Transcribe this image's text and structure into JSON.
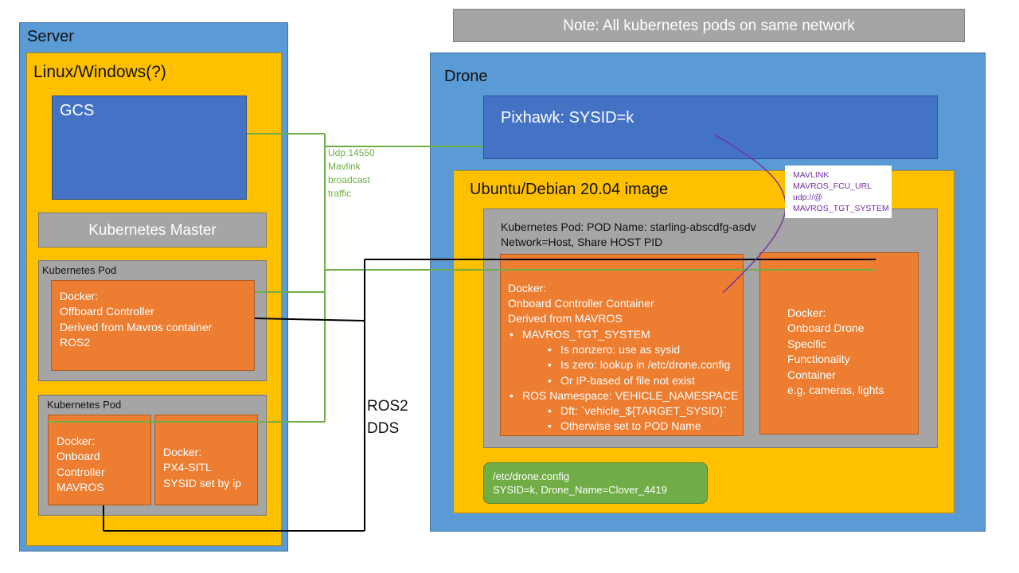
{
  "note": "Note: All kubernetes pods on same network",
  "server": {
    "title": "Server",
    "os": "Linux/Windows(?)",
    "gcs": "GCS",
    "k8s_master": "Kubernetes Master",
    "pod1": {
      "label": "Kubernetes Pod",
      "docker_lines": [
        "Docker:",
        "Offboard Controller",
        "Derived from Mavros container",
        "ROS2"
      ]
    },
    "pod2": {
      "label": "Kubernetes Pod",
      "docker_a_lines": [
        "Docker:",
        "Onboard",
        "Controller",
        "MAVROS"
      ],
      "docker_b_lines": [
        "Docker:",
        "PX4-SITL",
        "SYSID set by ip"
      ]
    }
  },
  "udp_label_lines": [
    "Udp 14550",
    "Mavlink",
    "broadcast",
    "traffic"
  ],
  "ros2_label_lines": [
    "ROS2",
    "DDS"
  ],
  "drone": {
    "title": "Drone",
    "pixhawk": "Pixhawk: SYSID=k",
    "image": "Ubuntu/Debian 20.04 image",
    "pod_lines": [
      "Kubernetes Pod: POD Name: starling-abscdfg-asdv",
      "Network=Host, Share HOST PID"
    ],
    "onboard": {
      "intro_lines": [
        "Docker:",
        "Onboard Controller Container",
        "Derived from MAVROS"
      ],
      "bullets": [
        {
          "level": 1,
          "text": "MAVROS_TGT_SYSTEM"
        },
        {
          "level": 2,
          "text": "Is nonzero: use as sysid"
        },
        {
          "level": 2,
          "text": "Is zero: lookup in /etc/drone.config"
        },
        {
          "level": 2,
          "text": "Or IP-based of file not exist"
        },
        {
          "level": 1,
          "text": "ROS Namespace: VEHICLE_NAMESPACE"
        },
        {
          "level": 2,
          "text": "Dft: `vehicle_${TARGET_SYSID}`"
        },
        {
          "level": 2,
          "text": "Otherwise set to POD Name"
        }
      ]
    },
    "specific_lines": [
      "Docker:",
      "Onboard Drone",
      "Specific",
      "Functionality",
      "Container",
      "e.g. cameras, lights"
    ],
    "config_lines": [
      "/etc/drone.config",
      "SYSID=k, Drone_Name=Clover_4419"
    ]
  },
  "mavlink_callout_lines": [
    "MAVLINK",
    "MAVROS_FCU_URL",
    "udp://@",
    "MAVROS_TGT_SYSTEM"
  ],
  "colors": {
    "blue": "#5b9bd5",
    "dark_blue": "#4472c4",
    "yellow": "#ffc000",
    "gray": "#a5a5a5",
    "orange": "#ed7d31",
    "green": "#70ad47",
    "udp_line": "#70ad47",
    "callout_purple": "#7030a0"
  }
}
